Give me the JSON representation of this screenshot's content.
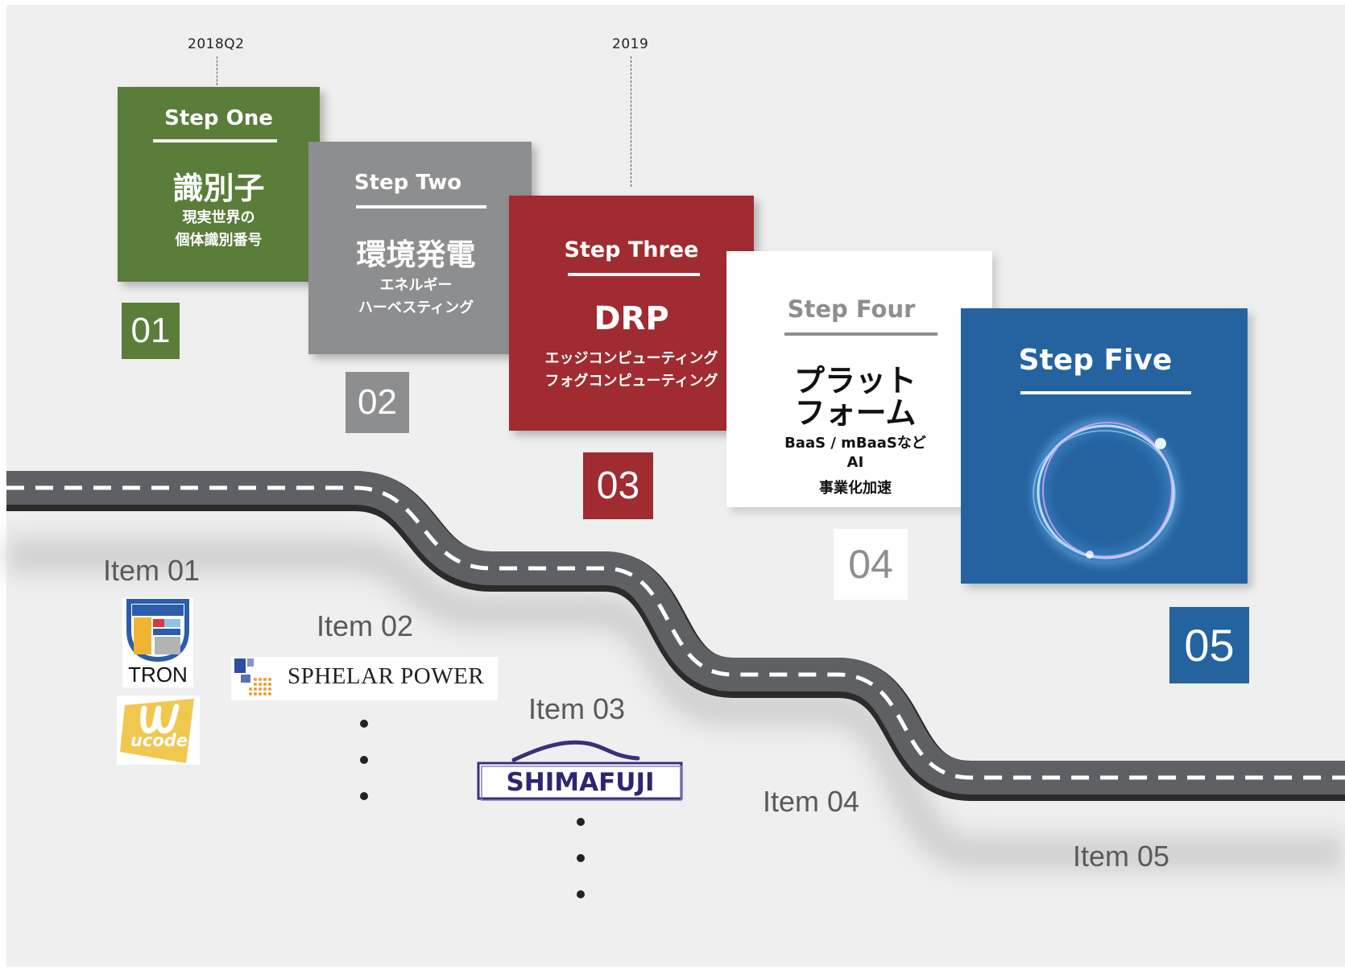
{
  "timeline": {
    "marker_1": "2018Q2",
    "marker_2": "2019"
  },
  "steps": [
    {
      "number": "01",
      "title": "Step One",
      "main": "識別子",
      "sub_lines": [
        "現実世界の",
        "個体識別番号"
      ],
      "color": "#5a7d3a"
    },
    {
      "number": "02",
      "title": "Step Two",
      "main": "環境発電",
      "sub_lines": [
        "エネルギー",
        "ハーベスティング"
      ],
      "color": "#8d8e90"
    },
    {
      "number": "03",
      "title": "Step Three",
      "main": "DRP",
      "sub_lines": [
        "エッジコンピューティング",
        "フォグコンピューティング"
      ],
      "color": "#a02b30"
    },
    {
      "number": "04",
      "title": "Step Four",
      "main_lines": [
        "プラット",
        "フォーム"
      ],
      "sub_lines": [
        "BaaS / mBaaSなど",
        "AI",
        "事業化加速"
      ],
      "color": "#ffffff"
    },
    {
      "number": "05",
      "title": "Step Five",
      "color": "#2563a0"
    }
  ],
  "items": [
    {
      "label": "Item 01",
      "logos": [
        "TRON",
        "ucode"
      ]
    },
    {
      "label": "Item 02",
      "logos": [
        "SPHELAR POWER"
      ]
    },
    {
      "label": "Item 03",
      "logos": [
        "SHIMAFUJI"
      ]
    },
    {
      "label": "Item 04"
    },
    {
      "label": "Item 05"
    }
  ],
  "icons": [
    "glowing-ring-icon",
    "tron-logo",
    "ucode-logo",
    "sphelar-power-logo",
    "shimafuji-logo"
  ]
}
